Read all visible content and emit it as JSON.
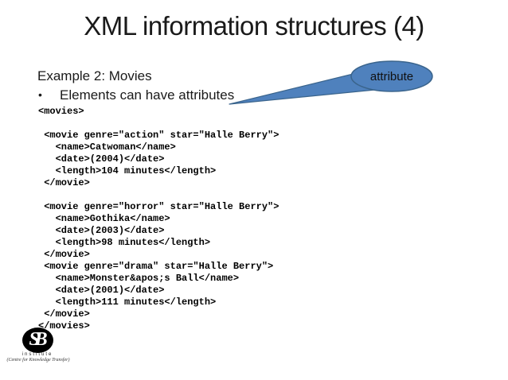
{
  "slide": {
    "title": "XML information structures (4)",
    "example_label": "Example 2: Movies",
    "bullet_glyph": "•",
    "bullet_text": "Elements can have attributes",
    "callout": {
      "label": "attribute",
      "fill_color": "#4f81bd",
      "border_color": "#3a648c"
    },
    "code": {
      "lines": [
        "<movies>",
        "",
        " <movie genre=\"action\" star=\"Halle Berry\">",
        "   <name>Catwoman</name>",
        "   <date>(2004)</date>",
        "   <length>104 minutes</length>",
        " </movie>",
        "",
        " <movie genre=\"horror\" star=\"Halle Berry\">",
        "   <name>Gothika</name>",
        "   <date>(2003)</date>",
        "   <length>98 minutes</length>",
        " </movie>",
        " <movie genre=\"drama\" star=\"Halle Berry\">",
        "   <name>Monster&apos;s Ball</name>",
        "   <date>(2001)</date>",
        "   <length>111 minutes</length>",
        " </movie>",
        "</movies>"
      ]
    },
    "logo": {
      "monogram": "SB",
      "name": "institute",
      "tagline": "(Centre for Knowledge Transfer)"
    }
  }
}
